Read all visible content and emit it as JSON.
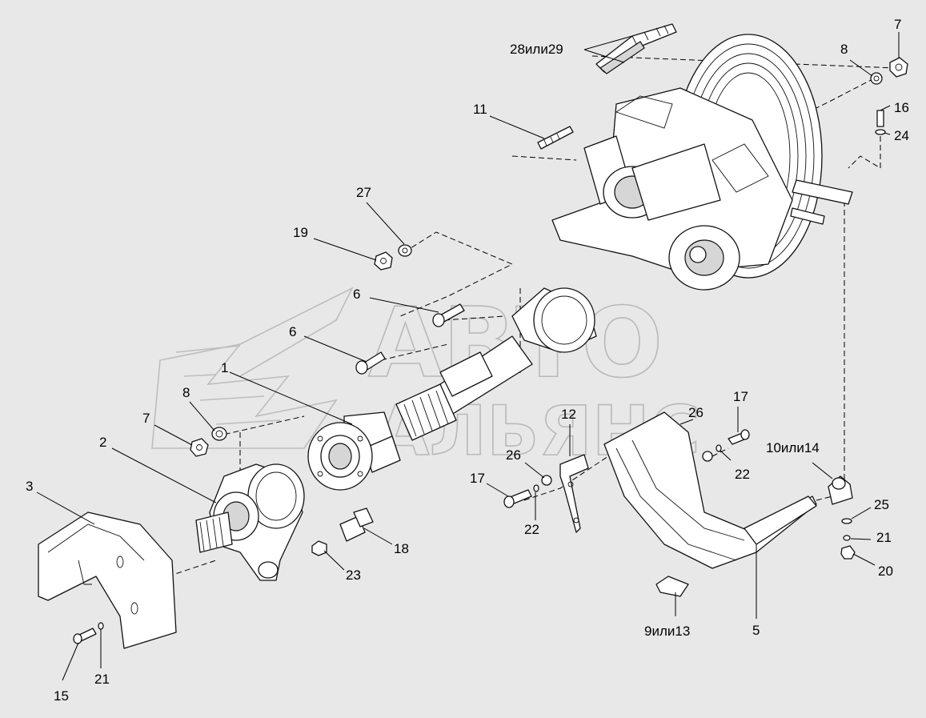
{
  "watermark": {
    "line1": "АВТО",
    "line2": "АЛЬЯНС"
  },
  "callouts": [
    {
      "id": "c-28-29",
      "text": "28или29"
    },
    {
      "id": "c-8-top",
      "text": "8"
    },
    {
      "id": "c-7-top",
      "text": "7"
    },
    {
      "id": "c-11",
      "text": "11"
    },
    {
      "id": "c-16",
      "text": "16"
    },
    {
      "id": "c-24",
      "text": "24"
    },
    {
      "id": "c-27",
      "text": "27"
    },
    {
      "id": "c-19",
      "text": "19"
    },
    {
      "id": "c-6-a",
      "text": "6"
    },
    {
      "id": "c-6-b",
      "text": "6"
    },
    {
      "id": "c-1",
      "text": "1"
    },
    {
      "id": "c-8-left",
      "text": "8"
    },
    {
      "id": "c-7-left",
      "text": "7"
    },
    {
      "id": "c-2",
      "text": "2"
    },
    {
      "id": "c-3",
      "text": "3"
    },
    {
      "id": "c-17-right",
      "text": "17"
    },
    {
      "id": "c-12",
      "text": "12"
    },
    {
      "id": "c-26-right",
      "text": "26"
    },
    {
      "id": "c-10-14",
      "text": "10или14"
    },
    {
      "id": "c-22-right",
      "text": "22"
    },
    {
      "id": "c-26-mid",
      "text": "26"
    },
    {
      "id": "c-17-mid",
      "text": "17"
    },
    {
      "id": "c-22-mid",
      "text": "22"
    },
    {
      "id": "c-25",
      "text": "25"
    },
    {
      "id": "c-21-right",
      "text": "21"
    },
    {
      "id": "c-20",
      "text": "20"
    },
    {
      "id": "c-18",
      "text": "18"
    },
    {
      "id": "c-23",
      "text": "23"
    },
    {
      "id": "c-9-13",
      "text": "9или13"
    },
    {
      "id": "c-5",
      "text": "5"
    },
    {
      "id": "c-21-left",
      "text": "21"
    },
    {
      "id": "c-15",
      "text": "15"
    }
  ]
}
